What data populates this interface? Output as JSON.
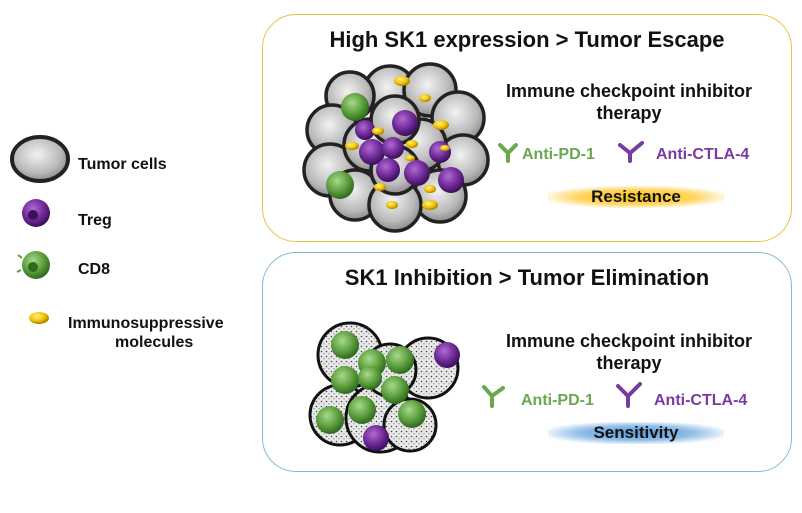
{
  "legend": {
    "items": [
      {
        "label": "Tumor cells",
        "icon": "tumor-cell-icon"
      },
      {
        "label": "Treg",
        "icon": "treg-cell-icon"
      },
      {
        "label": "CD8",
        "icon": "cd8-cell-icon"
      },
      {
        "label": "Immunosuppressive molecules",
        "label_line1": "Immunosuppressive",
        "label_line2": "molecules",
        "icon": "immunosuppressive-molecule-icon"
      }
    ]
  },
  "panels": {
    "top": {
      "title": "High SK1 expression > Tumor Escape",
      "therapy_line1": "Immune checkpoint inhibitor",
      "therapy_line2": "therapy",
      "drug_pd1": "Anti-PD-1",
      "drug_ctla4": "Anti-CTLA-4",
      "outcome": "Resistance",
      "border_color": "#e8c440"
    },
    "bottom": {
      "title": "SK1 Inhibition > Tumor Elimination",
      "therapy_line1": "Immune checkpoint inhibitor",
      "therapy_line2": "therapy",
      "drug_pd1": "Anti-PD-1",
      "drug_ctla4": "Anti-CTLA-4",
      "outcome": "Sensitivity",
      "border_color": "#8ab8d4"
    }
  },
  "colors": {
    "cd8": "#6aa84f",
    "treg": "#7b3aa0",
    "molecule": "#f2c200",
    "tumor": "#b5b5b5"
  }
}
